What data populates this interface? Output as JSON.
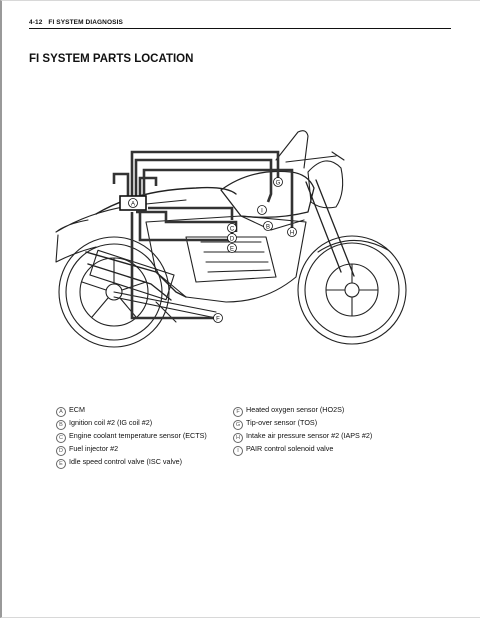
{
  "header": {
    "page_number": "4-12",
    "section": "FI SYSTEM DIAGNOSIS"
  },
  "title": "FI SYSTEM PARTS LOCATION",
  "figure": {
    "callouts": [
      "A",
      "B",
      "C",
      "D",
      "E",
      "F",
      "G",
      "H",
      "I"
    ]
  },
  "legend": {
    "left": [
      {
        "letter": "A",
        "text": "ECM"
      },
      {
        "letter": "B",
        "text": "Ignition coil #2 (IG coil #2)"
      },
      {
        "letter": "C",
        "text": "Engine coolant temperature sensor (ECTS)"
      },
      {
        "letter": "D",
        "text": "Fuel injector #2"
      },
      {
        "letter": "E",
        "text": "Idle speed control valve (ISC valve)"
      }
    ],
    "right": [
      {
        "letter": "F",
        "text": "Heated oxygen sensor (HO2S)"
      },
      {
        "letter": "G",
        "text": "Tip-over sensor (TOS)"
      },
      {
        "letter": "H",
        "text": "Intake air pressure sensor #2 (IAPS #2)"
      },
      {
        "letter": "I",
        "text": "PAIR control solenoid valve"
      }
    ]
  }
}
